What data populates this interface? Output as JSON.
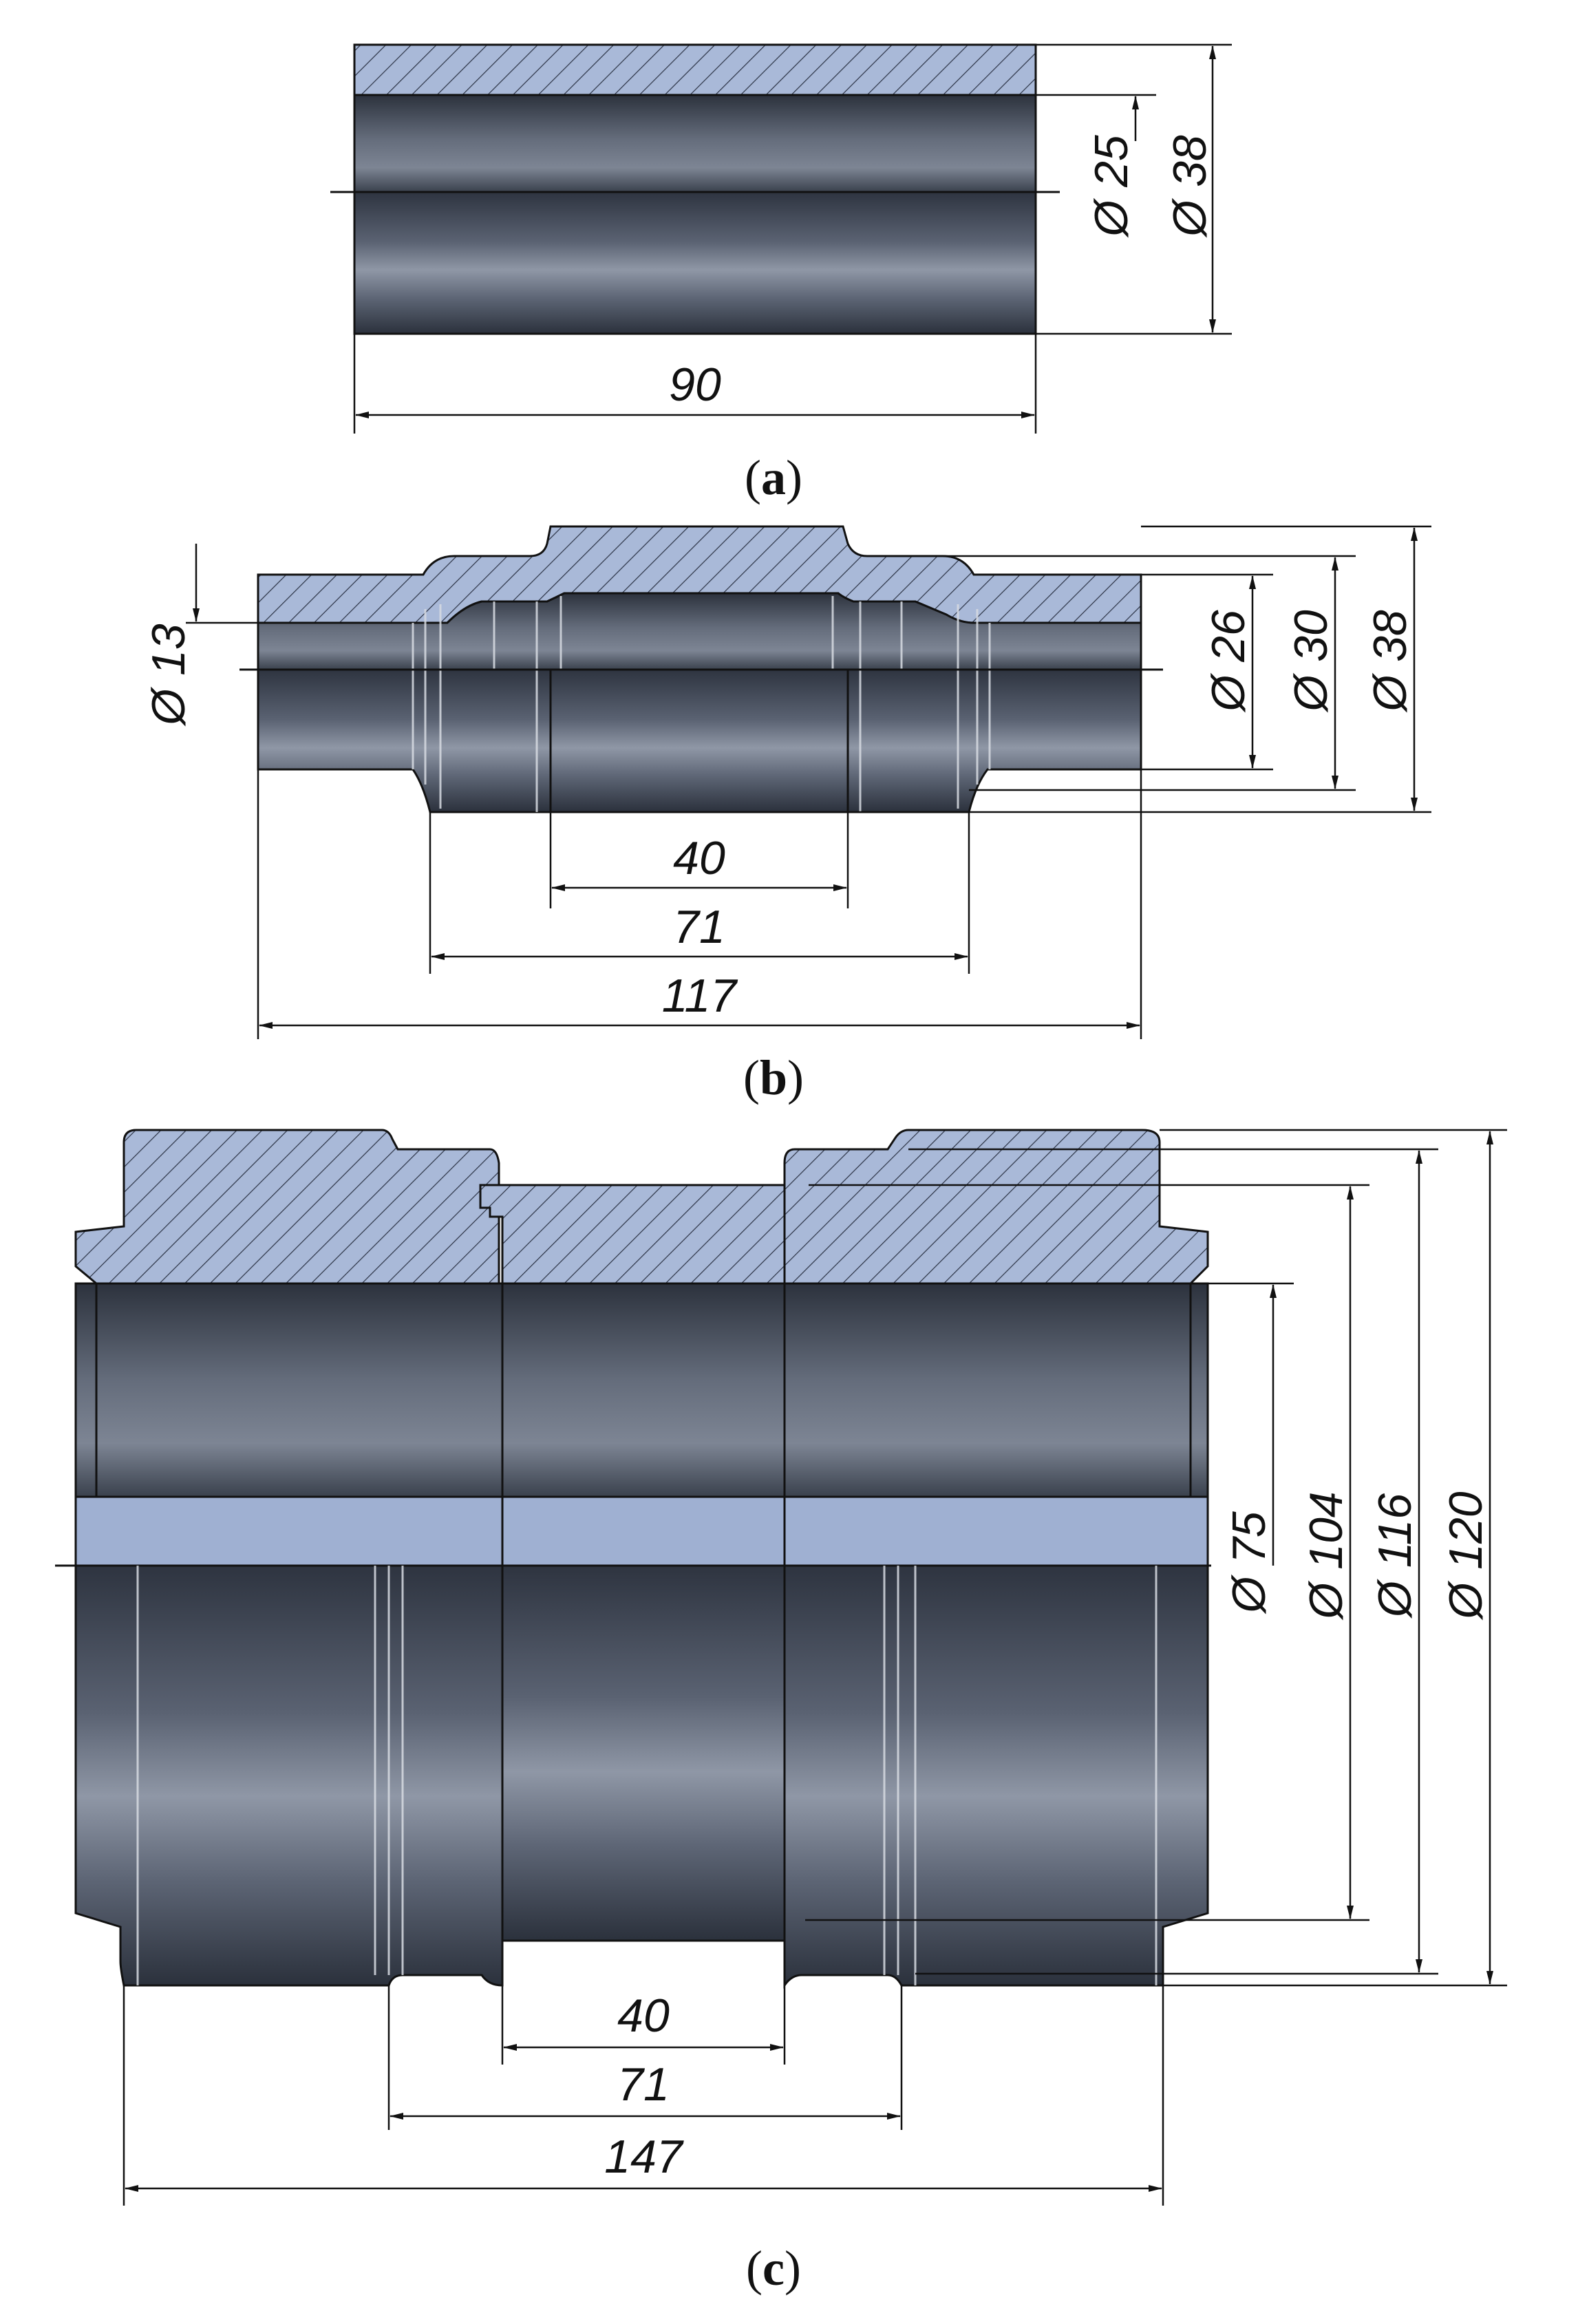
{
  "figures": [
    {
      "id": "a",
      "caption": {
        "open": "(",
        "letter": "a",
        "close": ")"
      },
      "dimensions": {
        "length": "90",
        "inner_diameter": "Ø 25",
        "outer_diameter": "Ø 38"
      }
    },
    {
      "id": "b",
      "caption": {
        "open": "(",
        "letter": "b",
        "close": ")"
      },
      "dimensions": {
        "bore": "Ø 13",
        "d1": "Ø 26",
        "d2": "Ø 30",
        "d3": "Ø 38",
        "l1": "40",
        "l2": "71",
        "l3": "117"
      }
    },
    {
      "id": "c",
      "caption": {
        "open": "(",
        "letter": "c",
        "close": ")"
      },
      "dimensions": {
        "d1": "Ø 75",
        "d2": "Ø 104",
        "d3": "Ø 116",
        "d4": "Ø 120",
        "l1": "40",
        "l2": "71",
        "l3": "147"
      }
    }
  ],
  "colors": {
    "hatch_fill": "#a9b9d8",
    "bore_band": "#9fb0d2",
    "metal_dark": "#3b4250",
    "metal_light": "#8e96a4",
    "line": "#111111"
  }
}
